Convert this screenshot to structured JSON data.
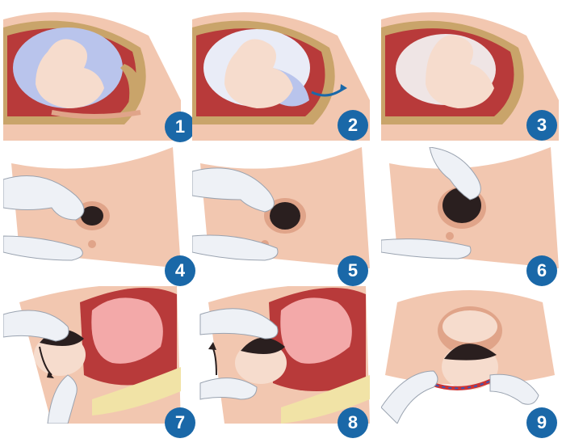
{
  "steps": [
    {
      "number": "1"
    },
    {
      "number": "2"
    },
    {
      "number": "3"
    },
    {
      "number": "4"
    },
    {
      "number": "5"
    },
    {
      "number": "6"
    },
    {
      "number": "7"
    },
    {
      "number": "8"
    },
    {
      "number": "9"
    }
  ],
  "colors": {
    "badge": "#1a68a8",
    "skin": "#f2c7b0",
    "skin_dark": "#e0a489",
    "uterus": "#b83a3a",
    "amniotic": "#b9c4ec",
    "glove": "#eef1f6",
    "hair": "#2a1f1f",
    "bone": "#f1e3a6"
  }
}
